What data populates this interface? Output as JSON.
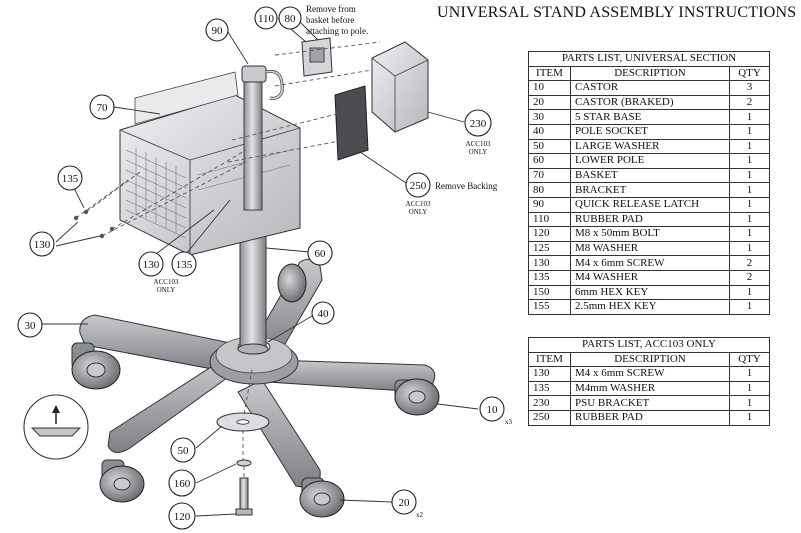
{
  "title": "UNIVERSAL STAND ASSEMBLY INSTRUCTIONS",
  "main_table": {
    "caption": "PARTS LIST, UNIVERSAL SECTION",
    "headers": [
      "ITEM",
      "DESCRIPTION",
      "QTY"
    ],
    "rows": [
      [
        "10",
        "CASTOR",
        "3"
      ],
      [
        "20",
        "CASTOR (BRAKED)",
        "2"
      ],
      [
        "30",
        "5 STAR BASE",
        "1"
      ],
      [
        "40",
        "POLE SOCKET",
        "1"
      ],
      [
        "50",
        "LARGE WASHER",
        "1"
      ],
      [
        "60",
        "LOWER POLE",
        "1"
      ],
      [
        "70",
        "BASKET",
        "1"
      ],
      [
        "80",
        "BRACKET",
        "1"
      ],
      [
        "90",
        "QUICK RELEASE LATCH",
        "1"
      ],
      [
        "110",
        "RUBBER PAD",
        "1"
      ],
      [
        "120",
        "M8 x 50mm BOLT",
        "1"
      ],
      [
        "125",
        "M8 WASHER",
        "1"
      ],
      [
        "130",
        "M4 x 6mm SCREW",
        "2"
      ],
      [
        "135",
        "M4 WASHER",
        "2"
      ],
      [
        "150",
        "6mm HEX KEY",
        "1"
      ],
      [
        "155",
        "2.5mm HEX KEY",
        "1"
      ]
    ]
  },
  "acc_table": {
    "caption": "PARTS LIST, ACC103 ONLY",
    "headers": [
      "ITEM",
      "DESCRIPTION",
      "QTY"
    ],
    "rows": [
      [
        "130",
        "M4 x 6mm SCREW",
        "1"
      ],
      [
        "135",
        "M4mm WASHER",
        "1"
      ],
      [
        "230",
        "PSU  BRACKET",
        "1"
      ],
      [
        "250",
        "RUBBER PAD",
        "1"
      ]
    ]
  },
  "callouts": {
    "c90": "90",
    "c110": "110",
    "c80": "80",
    "c70": "70",
    "c230": "230",
    "c250": "250",
    "c135a": "135",
    "c130a": "130",
    "c130b": "130",
    "c135b": "135",
    "c60": "60",
    "c30": "30",
    "c40": "40",
    "c10": "10",
    "c50": "50",
    "c160": "160",
    "c20": "20",
    "c120": "120"
  },
  "notes": {
    "remove_basket_1": "Remove from",
    "remove_basket_2": "basket before",
    "remove_basket_3": "attaching to pole.",
    "remove_backing": "Remove Backing",
    "acc_only_1": "ACC103",
    "acc_only_2": "ONLY",
    "acc_only_3": "ACC103",
    "acc_only_4": "ONLY",
    "acc_only_5": "ACC103",
    "acc_only_6": "ONLY",
    "qty_10": "x3",
    "qty_20": "x2"
  },
  "colors": {
    "metal_light": "#dcdde0",
    "metal_mid": "#a9abb0",
    "metal_dark": "#6d7076",
    "line": "#222222"
  }
}
